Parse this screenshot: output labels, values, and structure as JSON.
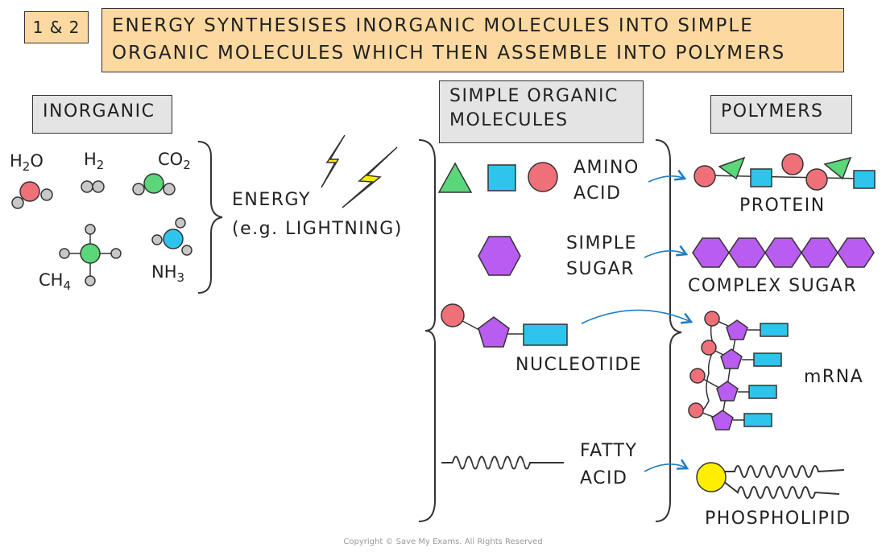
{
  "step_badge": "1 & 2",
  "title": {
    "line1": "ENERGY SYNTHESISES INORGANIC MOLECULES INTO SIMPLE",
    "line2": "ORGANIC MOLECULES WHICH THEN ASSEMBLE INTO POLYMERS"
  },
  "headings": {
    "inorganic": "INORGANIC",
    "simple_organic_line1": "SIMPLE ORGANIC",
    "simple_organic_line2": "MOLECULES",
    "polymers": "POLYMERS"
  },
  "inorganic_molecules": {
    "water": {
      "base": "H",
      "sub1": "2",
      "rest": "O",
      "sub2": ""
    },
    "hydrogen": {
      "base": "H",
      "sub1": "2",
      "rest": "",
      "sub2": ""
    },
    "carbon_dioxide": {
      "base": "CO",
      "sub1": "2",
      "rest": "",
      "sub2": ""
    },
    "methane": {
      "base": "CH",
      "sub1": "4",
      "rest": "",
      "sub2": ""
    },
    "ammonia": {
      "base": "NH",
      "sub1": "3",
      "rest": "",
      "sub2": ""
    }
  },
  "energy": {
    "line1": "ENERGY",
    "line2": "(e.g. LIGHTNING)"
  },
  "simple_organic": {
    "amino_acid_line1": "AMINO",
    "amino_acid_line2": "ACID",
    "simple_sugar_line1": "SIMPLE",
    "simple_sugar_line2": "SUGAR",
    "nucleotide": "NUCLEOTIDE",
    "fatty_acid_line1": "FATTY",
    "fatty_acid_line2": "ACID"
  },
  "polymers": {
    "protein": "PROTEIN",
    "complex_sugar": "COMPLEX SUGAR",
    "mrna": "mRNA",
    "phospholipid": "PHOSPHOLIPID"
  },
  "colors": {
    "title_bg": "#fbd9a0",
    "heading_bg": "#e4e4e4",
    "red": "#f0707a",
    "green": "#5bd67a",
    "blue": "#2ec4ec",
    "purple": "#b95cf0",
    "yellow": "#ffee00",
    "gray": "#c8c8c8",
    "arrow": "#1f7dc4"
  },
  "copyright": "Copyright © Save My Exams. All Rights Reserved"
}
